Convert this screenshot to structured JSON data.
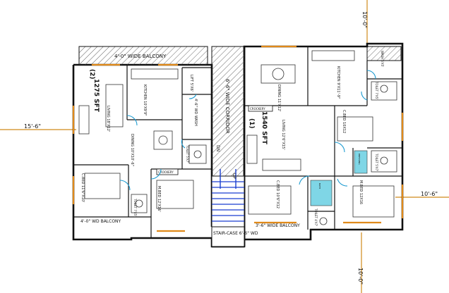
{
  "labels": {
    "balcony_top": "4'-0\" WIDE BALCONY",
    "corridor": "6'-6\" WIDE CORRIDOR",
    "lift": "LIFT 5'X6'",
    "wash_left": "4'-6\" WD WASH",
    "kitchen_left": "KITCHEN 10'X9'9\"",
    "dining_left": "DINING 10'X10'-6\"",
    "living_left": "LIVING 18'X12'",
    "area_left": "1275 SFT",
    "unit_left": "(2)",
    "crockery_left": "CROCKERY",
    "toilet_left_upper": "TOILET 5'X7'",
    "cbed_left": "C.BED 11'6\"X10'",
    "balcony_left_bottom": "4'-0\" WD BALCONY",
    "toilet_left_lower": "TOILET 7'X5'",
    "mbed_left": "M.BED 12'X16'",
    "stair": "STAIR-CASE 6'-6\" WD",
    "dn": "DN",
    "up": "UP",
    "dining_right": "DINING 11'X12'",
    "kitchen_right": "KITCHEN 9'X11'-9\"",
    "wash_right": "WASH 5'X5'",
    "toilet_right_upper": "TOILET 7'X5'",
    "crockery_right": "CROCKERY",
    "area_right": "1540 SFT",
    "unit_right": "(1)",
    "living_right": "LIVING 12'6\"X15'",
    "cbed_right_upper": "C.BED 10X12",
    "toilet_right_mid": "TOILET 5'X7'",
    "dressing": "DRESSING",
    "cbed_right_lower": "C.BED 10'6\"X12",
    "bath": "BATH",
    "toilet_right_lower": "TOILET 4'X7'",
    "mbed_right": "M.BED 12X16",
    "balcony_right_bottom": "3'-6\" WIDE BALCONY"
  },
  "dimensions": {
    "top_right": "10'-0\"",
    "left": "15'-6\"",
    "right": "10'-6\"",
    "bottom_right": "10'-0\""
  },
  "colors": {
    "wall": "#111111",
    "dimension": "#d08a1a",
    "door": "#1a9ad0",
    "stair": "#1a3fd0",
    "window": "#e08a1a",
    "tile": "#7fd6e6"
  }
}
